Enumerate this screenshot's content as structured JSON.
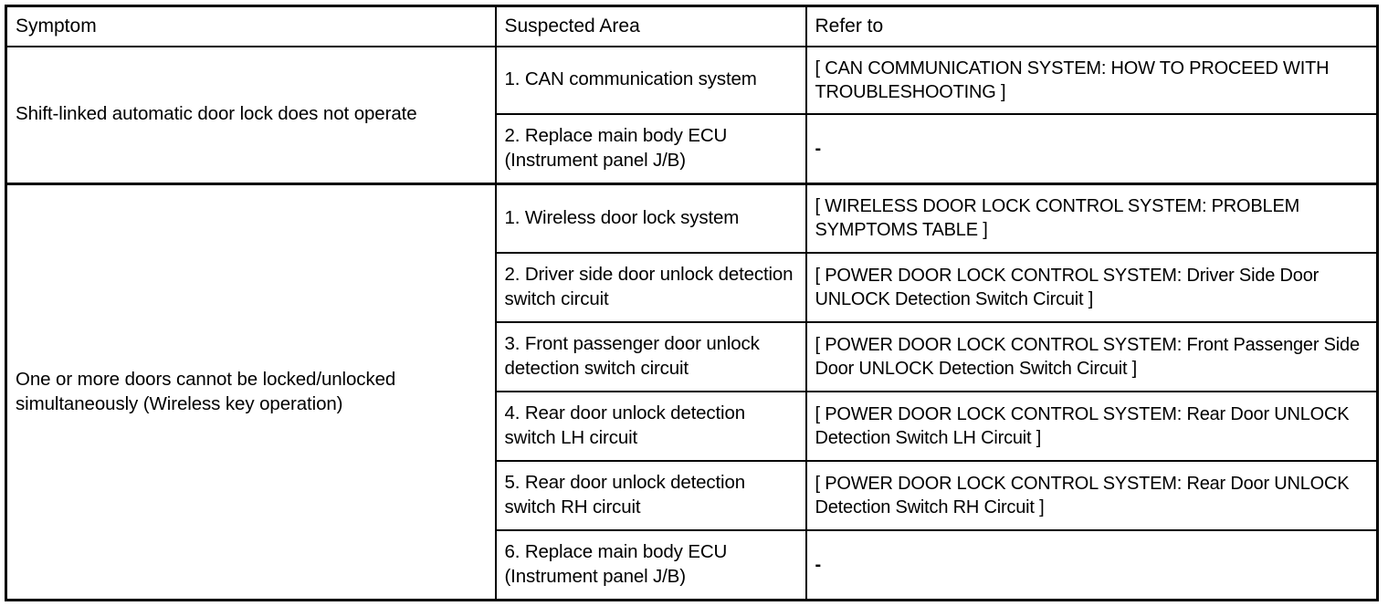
{
  "table": {
    "headers": {
      "symptom": "Symptom",
      "suspected_area": "Suspected Area",
      "refer_to": "Refer to"
    },
    "groups": [
      {
        "symptom": "Shift-linked automatic door lock does not operate",
        "rows": [
          {
            "suspected_area": "1. CAN communication system",
            "refer_to": "[ CAN COMMUNICATION SYSTEM: HOW TO PROCEED WITH TROUBLESHOOTING ]"
          },
          {
            "suspected_area": "2. Replace main body ECU (Instrument panel J/B)",
            "refer_to": "-"
          }
        ]
      },
      {
        "symptom": "One or more doors cannot be locked/unlocked simultaneously (Wireless key operation)",
        "rows": [
          {
            "suspected_area": "1. Wireless door lock system",
            "refer_to": "[ WIRELESS DOOR LOCK CONTROL SYSTEM: PROBLEM SYMPTOMS TABLE ]"
          },
          {
            "suspected_area": "2. Driver side door unlock detection switch circuit",
            "refer_to": "[ POWER DOOR LOCK CONTROL SYSTEM: Driver Side Door UNLOCK Detection Switch Circuit ]"
          },
          {
            "suspected_area": "3. Front passenger door unlock detection switch circuit",
            "refer_to": "[ POWER DOOR LOCK CONTROL SYSTEM: Front Passenger Side Door UNLOCK Detection Switch Circuit ]"
          },
          {
            "suspected_area": "4. Rear door unlock detection switch LH circuit",
            "refer_to": "[ POWER DOOR LOCK CONTROL SYSTEM: Rear Door UNLOCK Detection Switch LH Circuit ]"
          },
          {
            "suspected_area": "5. Rear door unlock detection switch RH circuit",
            "refer_to": "[ POWER DOOR LOCK CONTROL SYSTEM: Rear Door UNLOCK Detection Switch RH Circuit ]"
          },
          {
            "suspected_area": "6. Replace main body ECU (Instrument panel J/B)",
            "refer_to": "-"
          }
        ]
      }
    ]
  },
  "colors": {
    "border": "#000000",
    "text": "#000000",
    "background": "#ffffff"
  }
}
